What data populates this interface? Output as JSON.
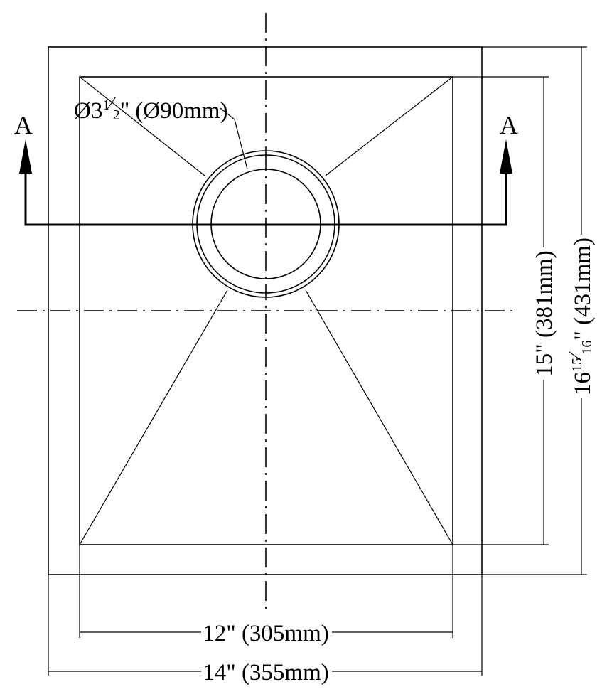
{
  "drain": {
    "prefix": "Ø3",
    "frac_num": "1",
    "frac_den": "2",
    "suffix": "\" (Ø90mm)"
  },
  "section_marker": {
    "left": "A",
    "right": "A"
  },
  "dimensions": {
    "inner_width": "12\" (305mm)",
    "outer_width": "14\" (355mm)",
    "inner_depth": "15\" (381mm)",
    "outer_depth": {
      "whole": "16",
      "frac_num": "15",
      "frac_den": "16",
      "suffix": "\" (431mm)"
    }
  }
}
